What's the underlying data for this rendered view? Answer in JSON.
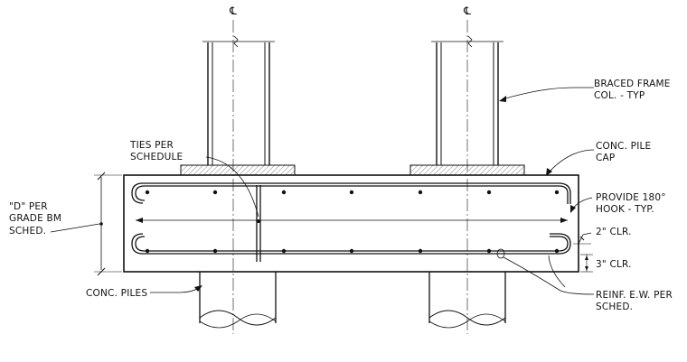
{
  "centerline_symbol": "℄",
  "labels": {
    "braced_frame": [
      "BRACED FRAME",
      "COL. - TYP"
    ],
    "pile_cap": [
      "CONC. PILE",
      "CAP"
    ],
    "ties": [
      "TIES PER",
      "SCHEDULE"
    ],
    "hook": [
      "PROVIDE 180°",
      "HOOK - TYP."
    ],
    "clr2": "2\" CLR.",
    "clr3": "3\" CLR.",
    "grade_bm": [
      "\"D\" PER",
      "GRADE BM",
      "SCHED."
    ],
    "piles": "CONC. PILES",
    "reinf": [
      "REINF. E.W. PER",
      "SCHED."
    ]
  }
}
